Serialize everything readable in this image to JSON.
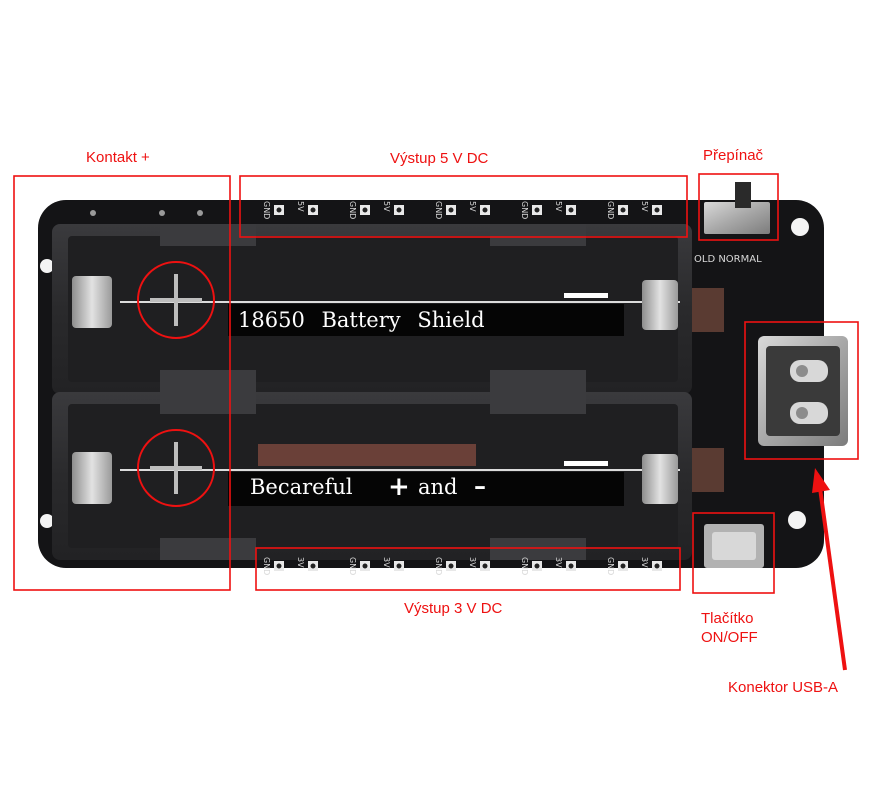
{
  "labels": {
    "contact": "Kontakt +",
    "out5v": "Výstup 5 V DC",
    "switch": "Přepínač",
    "out3v": "Výstup 3 V DC",
    "button_line1": "Tlačítko",
    "button_line2": "ON/OFF",
    "usb": "Konektor USB-A"
  },
  "board": {
    "silk_top": "18650 Battery Shield",
    "silk_bottom_word": "Becareful",
    "silk_plus": "+",
    "silk_and": "and",
    "silk_minus": "–",
    "switch_modes": "OLD NORMAL",
    "header_top_pins": [
      "GND",
      "5V",
      "GND",
      "5V",
      "GND",
      "5V",
      "GND",
      "5V",
      "GND",
      "5V"
    ],
    "header_bottom_pins": [
      "GND",
      "3V",
      "GND",
      "3V",
      "GND",
      "3V",
      "GND",
      "3V",
      "GND",
      "3V"
    ]
  },
  "colors": {
    "annotation": "#ee1111",
    "pcb": "#141416",
    "holder": "#2c2c2f",
    "metal": "#b9b9b9",
    "silkscreen": "#ffffff"
  }
}
